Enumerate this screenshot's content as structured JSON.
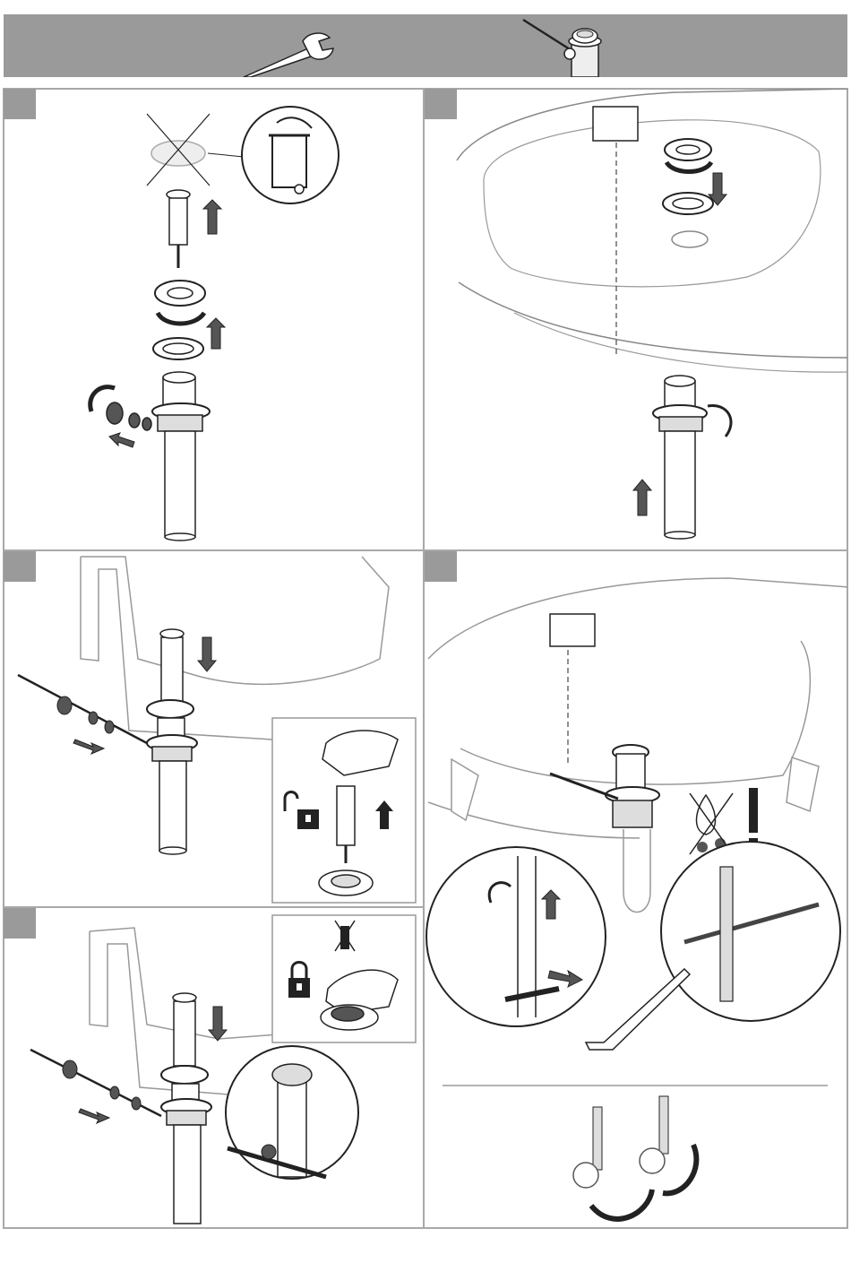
{
  "header": {
    "icons": [
      "wrench-icon",
      "pop-up-drain-assembly-icon"
    ]
  },
  "steps": [
    {
      "id": "step-1",
      "icons": [
        "crossed-out-gasket-icon",
        "trash-bin-icon",
        "arrow-up-icon",
        "rotate-icon",
        "arrow-left-icon"
      ]
    },
    {
      "id": "step-2",
      "icons": [
        "basin-icon",
        "rotate-icon",
        "arrow-down-icon",
        "arrow-up-icon"
      ]
    },
    {
      "id": "step-3",
      "icons": [
        "padlock-open-icon",
        "hand-icon",
        "arrow-up-icon",
        "arrow-down-icon",
        "arrow-right-icon"
      ]
    },
    {
      "id": "step-4",
      "icons": [
        "padlock-closed-icon",
        "crossed-out-tool-icon",
        "hand-icon",
        "arrow-down-icon",
        "arrow-right-icon"
      ]
    },
    {
      "id": "step-5",
      "icons": [
        "no-water-drops-icon",
        "exclamation-icon",
        "saw-icon",
        "arrow-up-icon",
        "arrow-right-icon",
        "rotate-icon",
        "valve-icon"
      ]
    }
  ],
  "colors": {
    "band": "#9a9a9a",
    "border": "#a8a8a8",
    "line": "#222222",
    "arrow": "#555555"
  }
}
